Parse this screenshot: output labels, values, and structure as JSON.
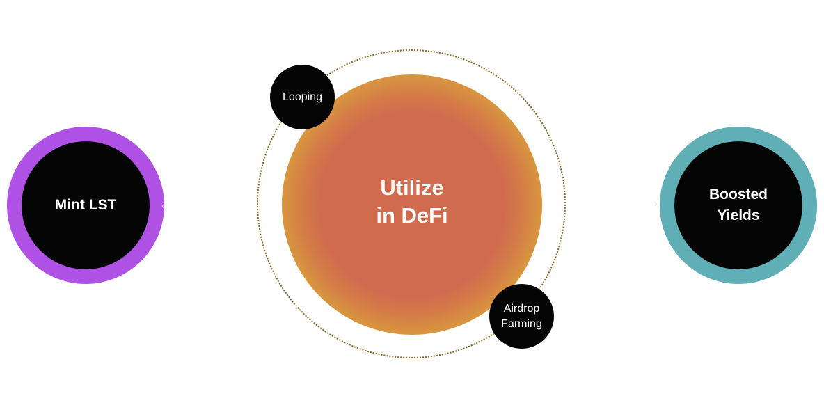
{
  "nodes": {
    "mint": {
      "label": "Mint LST",
      "color": "#ab48e2"
    },
    "center": {
      "line1": "Utilize",
      "line2": "in DeFi",
      "color": "#d06b4e"
    },
    "looping": {
      "label": "Looping"
    },
    "airdrop": {
      "line1": "Airdrop",
      "line2": "Farming"
    },
    "boosted": {
      "line1": "Boosted",
      "line2": "Yields",
      "color": "#58aab2"
    }
  },
  "icons": {
    "left_arrow": "arrow-left-icon",
    "right_arrow": "arrow-right-icon"
  }
}
